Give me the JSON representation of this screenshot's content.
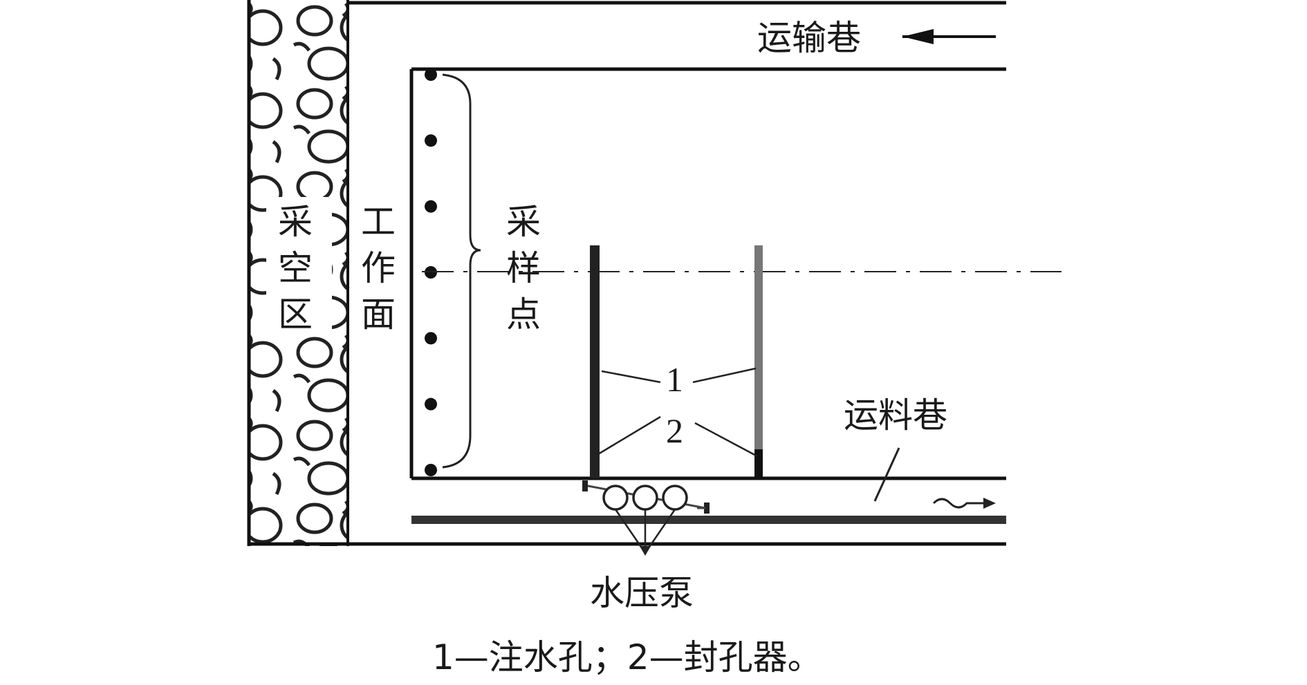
{
  "labels": {
    "transport_roadway": "运输巷",
    "goaf": [
      "采",
      "空",
      "区"
    ],
    "working_face": [
      "工",
      "作",
      "面"
    ],
    "sampling_points": [
      "采",
      "样",
      "点"
    ],
    "material_roadway": "运料巷",
    "water_pump": "水压泵",
    "marker_1": "1",
    "marker_2": "2",
    "caption": "1—注水孔；2—封孔器。"
  },
  "counts": {
    "sampling_point_count": 7,
    "pump_count": 3,
    "injection_hole_count": 2
  }
}
